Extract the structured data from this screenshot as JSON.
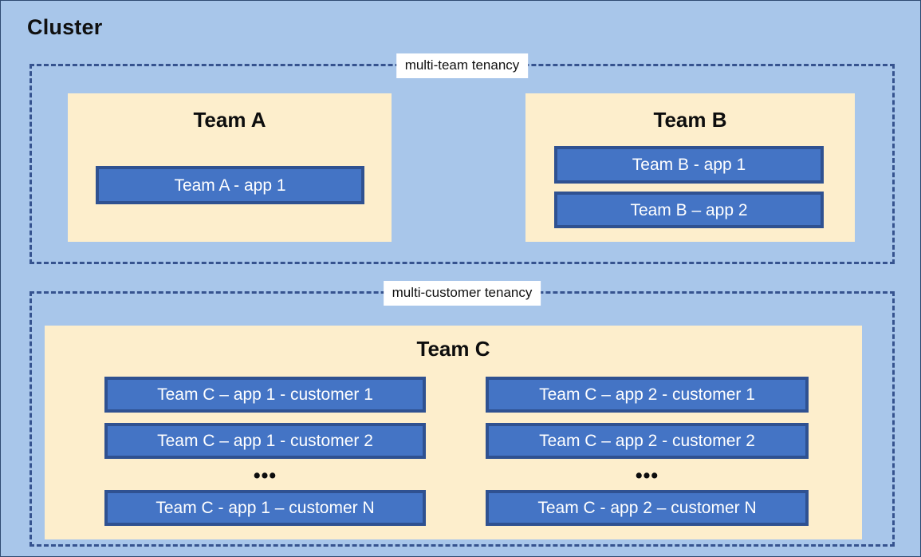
{
  "diagram": {
    "title": "Cluster",
    "background_color": "#a8c6ea",
    "card_color": "#fdeecc",
    "app_color": "#4474c5",
    "app_border_color": "#2f5191",
    "dashed_border_color": "#36538f",
    "ellipsis": "•••"
  },
  "tenancies": {
    "multi_team": {
      "label": "multi-team tenancy"
    },
    "multi_customer": {
      "label": "multi-customer tenancy"
    }
  },
  "teams": {
    "a": {
      "title": "Team A",
      "apps": [
        {
          "label": "Team A - app 1"
        }
      ]
    },
    "b": {
      "title": "Team B",
      "apps": [
        {
          "label": "Team B - app 1"
        },
        {
          "label": "Team B – app 2"
        }
      ]
    },
    "c": {
      "title": "Team C",
      "app1": [
        {
          "label": "Team C – app 1 - customer 1"
        },
        {
          "label": "Team C – app 1 - customer 2"
        },
        {
          "label": "Team C - app 1 – customer N"
        }
      ],
      "app2": [
        {
          "label": "Team C – app 2 - customer 1"
        },
        {
          "label": "Team C – app 2 - customer 2"
        },
        {
          "label": "Team C - app 2 – customer N"
        }
      ]
    }
  }
}
